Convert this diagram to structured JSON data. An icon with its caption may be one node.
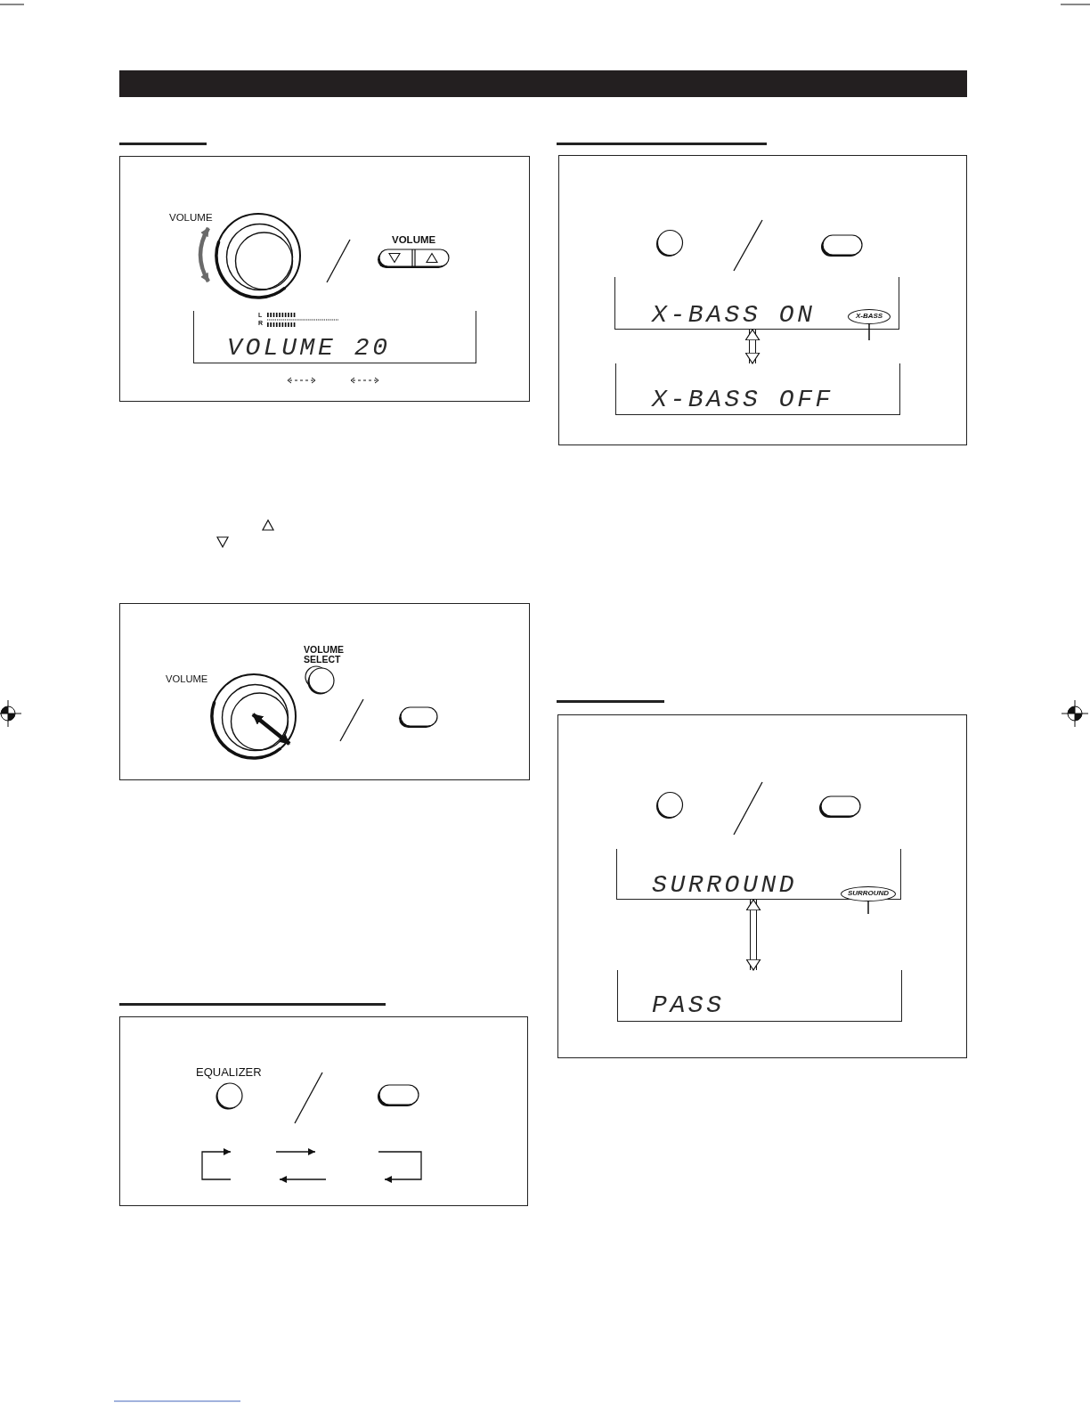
{
  "diagram": {
    "nodes": [
      {
        "text": [],
        "shape": "box"
      },
      {
        "text": [
          "VOLUME"
        ],
        "in": 0
      },
      {
        "text": [
          "VOLUME"
        ],
        "in": 0
      },
      {
        "text": [
          "L",
          "R",
          "VOLUME 20"
        ],
        "in": 0
      },
      {
        "text": [],
        "shape": "box"
      },
      {
        "text": [
          "VOLUME"
        ],
        "in": 4
      },
      {
        "text": [
          "VOLUME SELECT"
        ],
        "in": 4
      },
      {
        "text": [],
        "shape": "oval",
        "in": 4
      },
      {
        "text": [],
        "shape": "box"
      },
      {
        "text": [
          "EQUALIZER"
        ],
        "in": 8
      },
      {
        "text": [],
        "shape": "oval",
        "in": 8
      },
      {
        "text": [],
        "shape": "box"
      },
      {
        "text": [],
        "shape": "circle",
        "in": 11
      },
      {
        "text": [],
        "shape": "oval",
        "in": 11
      },
      {
        "text": [
          "X-BASS ON"
        ],
        "in": 11
      },
      {
        "text": [
          "X-BASS"
        ],
        "in": 14
      },
      {
        "text": [
          "X-BASS OFF"
        ],
        "in": 11
      },
      {
        "text": [],
        "shape": "box"
      },
      {
        "text": [],
        "shape": "circle",
        "in": 17
      },
      {
        "text": [],
        "shape": "oval",
        "in": 17
      },
      {
        "text": [
          "SURROUND"
        ],
        "in": 17
      },
      {
        "text": [
          "SURROUND"
        ],
        "in": 20
      },
      {
        "text": [
          "PASS"
        ],
        "in": 17
      }
    ],
    "edges": [
      {
        "from": 14,
        "to": 16,
        "arrow": "both"
      },
      {
        "from": 15,
        "to": null,
        "arrow": "none"
      },
      {
        "from": 20,
        "to": 22,
        "arrow": "both"
      },
      {
        "from": 21,
        "to": null,
        "arrow": "none"
      }
    ]
  }
}
